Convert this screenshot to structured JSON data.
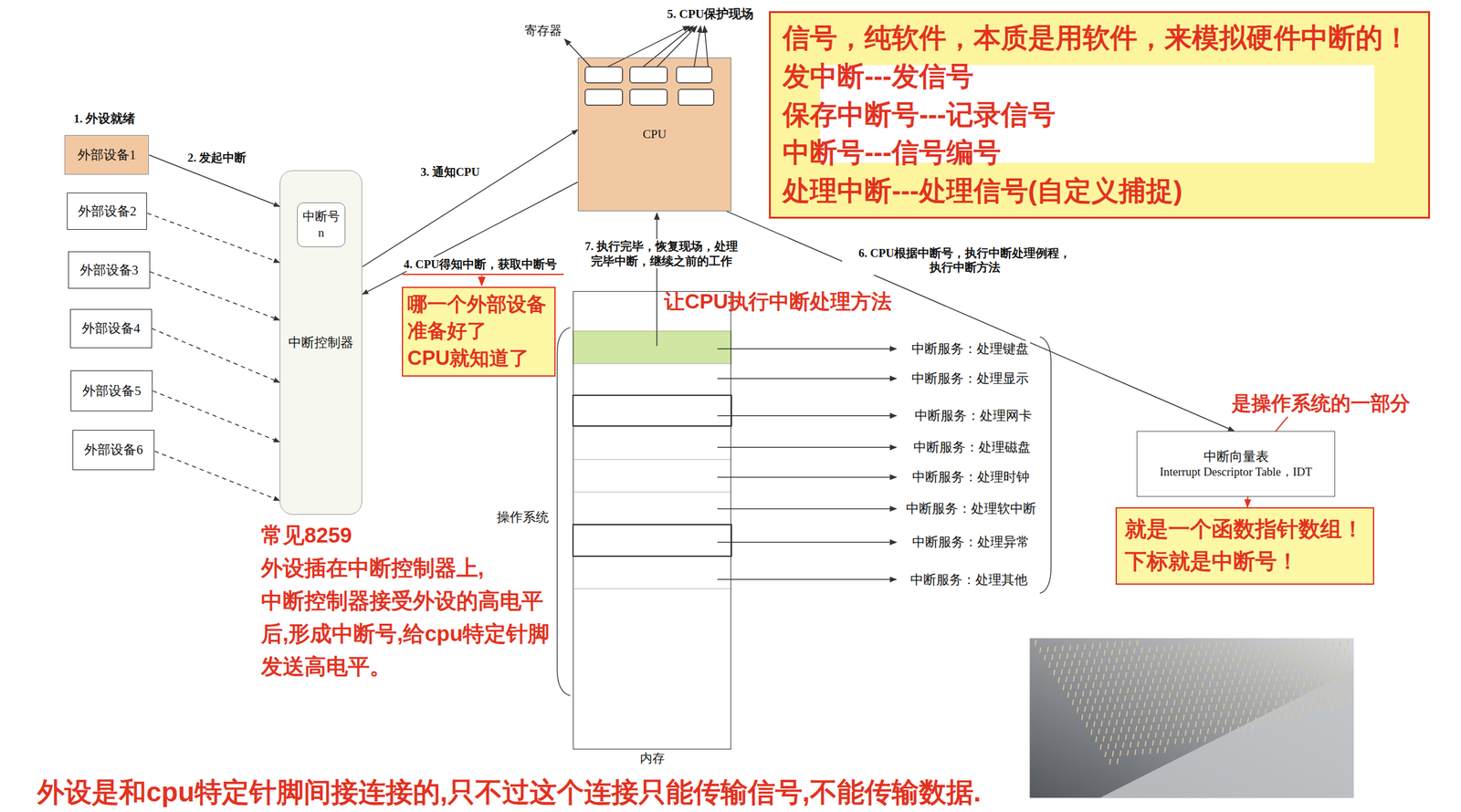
{
  "diagram": {
    "nodes": [
      {
        "text": [
          "外部设备1"
        ]
      },
      {
        "text": [
          "外部设备2"
        ]
      },
      {
        "text": [
          "外部设备3"
        ]
      },
      {
        "text": [
          "外部设备4"
        ]
      },
      {
        "text": [
          "外部设备5"
        ]
      },
      {
        "text": [
          "外部设备6"
        ]
      },
      {
        "text": [
          "中断控制器"
        ]
      },
      {
        "text": [
          "中断号 n"
        ],
        "in": 6
      },
      {
        "text": [
          "CPU"
        ]
      },
      {
        "text": [
          "哪一个外部设备 准备好了 CPU就知道了"
        ]
      },
      {
        "text": [
          "内存"
        ]
      },
      {
        "text": [
          "中断向量表",
          "Interrupt Descriptor Table，IDT"
        ]
      },
      {
        "text": [
          "就是一个函数指针数组！ 下标就是中断号！"
        ]
      },
      {
        "text": [
          "信号，纯软件，本质是用软件，来模拟硬件中断的！",
          "发中断---发信号",
          "保存中断号---记录信号",
          "中断号---信号编号",
          "处理中断---处理信号(自定义捕捉)"
        ]
      }
    ],
    "edges": [
      {
        "from": 0,
        "to": 6,
        "label": "2. 发起中断",
        "arrow": "to"
      },
      {
        "from": 1,
        "to": 6,
        "arrow": "to"
      },
      {
        "from": 2,
        "to": 6,
        "arrow": "to"
      },
      {
        "from": 3,
        "to": 6,
        "arrow": "to"
      },
      {
        "from": 4,
        "to": 6,
        "arrow": "to"
      },
      {
        "from": 5,
        "to": 6,
        "arrow": "to"
      },
      {
        "from": 6,
        "to": 8,
        "label": "3. 通知CPU",
        "arrow": "to"
      },
      {
        "from": 8,
        "to": 6,
        "label": "4. CPU得知中断，获取中断号",
        "arrow": "to"
      },
      {
        "from": 8,
        "to": 11,
        "label": "6. CPU根据中断号，执行中断处理例程， 执行中断方法",
        "arrow": "to"
      },
      {
        "from": 11,
        "to": 12,
        "arrow": "to"
      }
    ],
    "labels": [
      "1. 外设就绪",
      "寄存器",
      "5. CPU保护现场",
      "7. 执行完毕，恢复现场，处理 完毕中断，继续之前的工作",
      "让CPU执行中断处理方法",
      "中断服务：处理键盘",
      "中断服务：处理显示",
      "中断服务：处理网卡",
      "中断服务：处理磁盘",
      "中断服务：处理时钟",
      "中断服务：处理软中断",
      "中断服务：处理异常",
      "中断服务：处理其他",
      "操作系统",
      "是操作系统的一部分",
      "常见8259 外设插在中断控制器上, 中断控制器接受外设的高电平 后,形成中断号,给cpu特定针脚 发送高电平。",
      "外设是和cpu特定针脚间接连接的,只不过这个连接只能传输信号,不能传输数据."
    ]
  }
}
